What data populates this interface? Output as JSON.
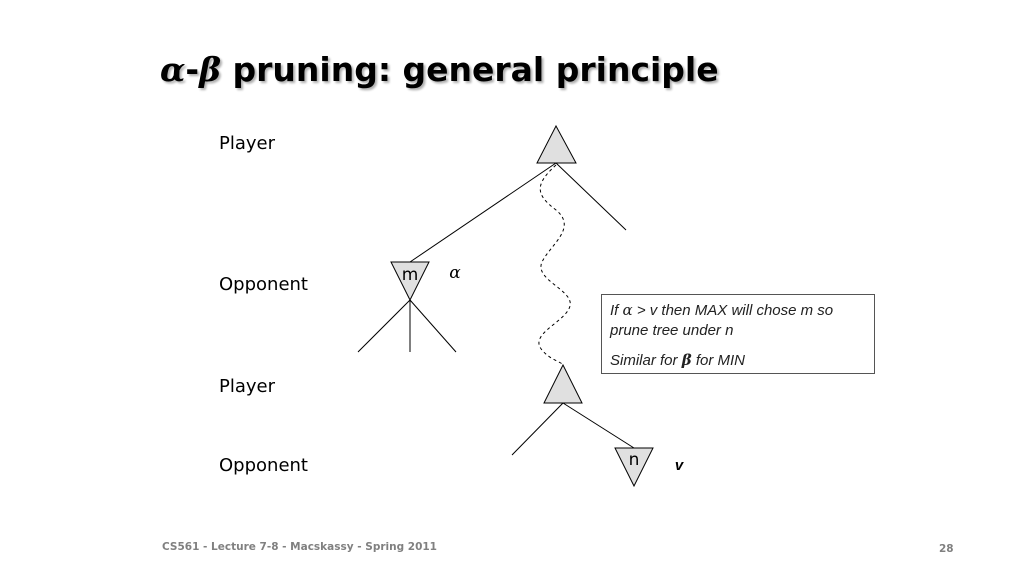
{
  "title": {
    "alpha": "α",
    "dash": "-",
    "beta": "β",
    "text": " pruning: general principle"
  },
  "levels": {
    "player_1": "Player",
    "opponent_1": "Opponent",
    "player_2": "Player",
    "opponent_2": "Opponent"
  },
  "nodes": {
    "m_label": "m",
    "alpha_label": "α",
    "n_label": "n",
    "v_label": "v"
  },
  "note": {
    "line1_pre": "If ",
    "line1_alpha": "α",
    "line1_post": " > v then MAX will chose m so prune tree under n",
    "line2_pre": "Similar for ",
    "line2_beta": "β",
    "line2_post": " for MIN"
  },
  "footer": {
    "course": "CS561 - Lecture 7-8 - Macskassy - Spring 2011",
    "page_number": "28"
  },
  "colors": {
    "node_fill": "#e0e0e0",
    "footer_gray": "#808080",
    "title_shadow": "#b0b0b0"
  }
}
